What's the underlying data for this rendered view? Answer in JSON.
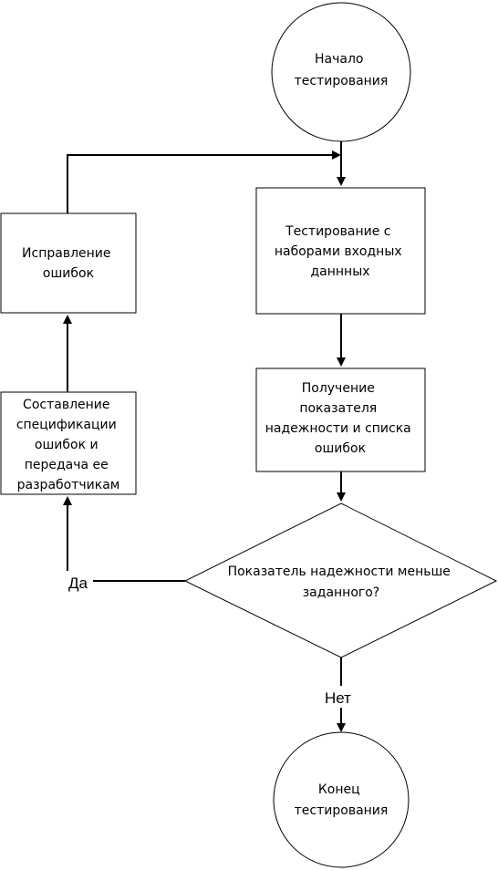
{
  "nodes": {
    "start": {
      "lines": [
        "Начало",
        "тестирования"
      ]
    },
    "testing": {
      "lines": [
        "Тестирование с",
        "наборами входных",
        "даннных"
      ]
    },
    "result": {
      "lines": [
        "Получение",
        "показателя",
        "надежности и списка",
        "ошибок"
      ]
    },
    "decision": {
      "lines": [
        "Показатель надежности меньше",
        "заданного?"
      ]
    },
    "spec": {
      "lines": [
        "Составление",
        "спецификации",
        "ошибок и",
        "передача ее",
        "разработчикам"
      ]
    },
    "fix": {
      "lines": [
        "Исправление",
        "ошибок"
      ]
    },
    "end": {
      "lines": [
        "Конец",
        "тестирования"
      ]
    }
  },
  "edges": {
    "yes_label": "Да",
    "no_label": "Нет"
  }
}
